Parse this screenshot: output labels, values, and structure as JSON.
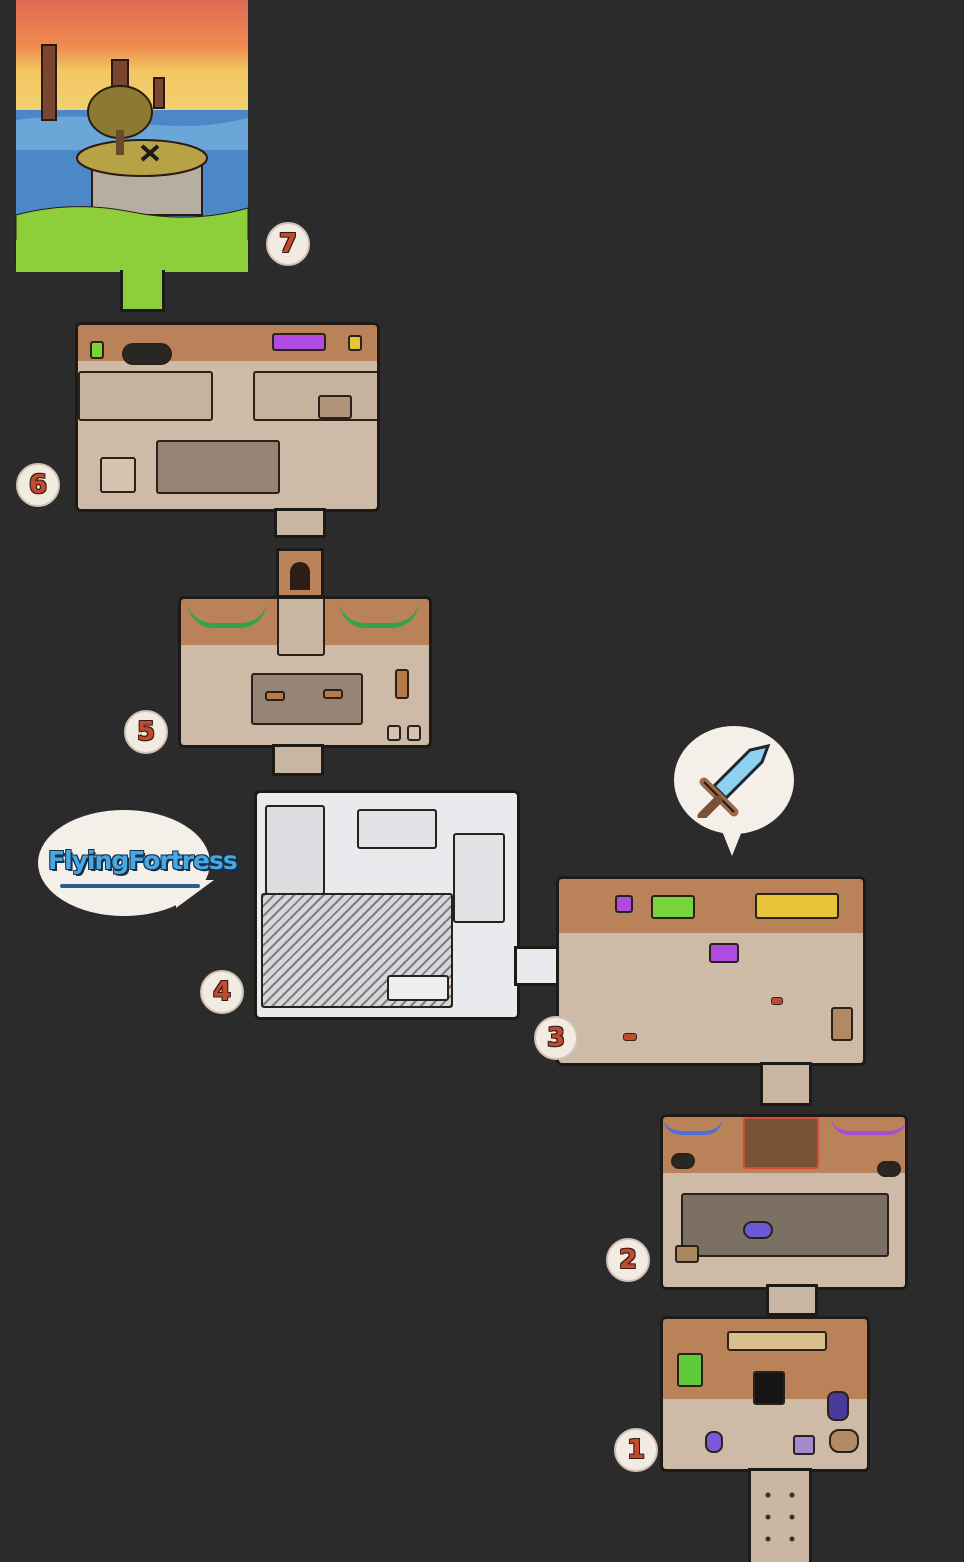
{
  "title_bubble": {
    "logo_text": "FlyingFortress"
  },
  "rooms": [
    {
      "number": "7"
    },
    {
      "number": "6"
    },
    {
      "number": "5"
    },
    {
      "number": "4"
    },
    {
      "number": "3"
    },
    {
      "number": "2"
    },
    {
      "number": "1"
    }
  ],
  "icons": {
    "sword": "sword-icon",
    "treasure_mark": "x-mark-icon"
  },
  "colors": {
    "background": "#2b2b2b",
    "wall": "#b98258",
    "floor": "#cdbba8",
    "badge_text": "#c24a2e",
    "logo_text": "#49a8e0"
  }
}
